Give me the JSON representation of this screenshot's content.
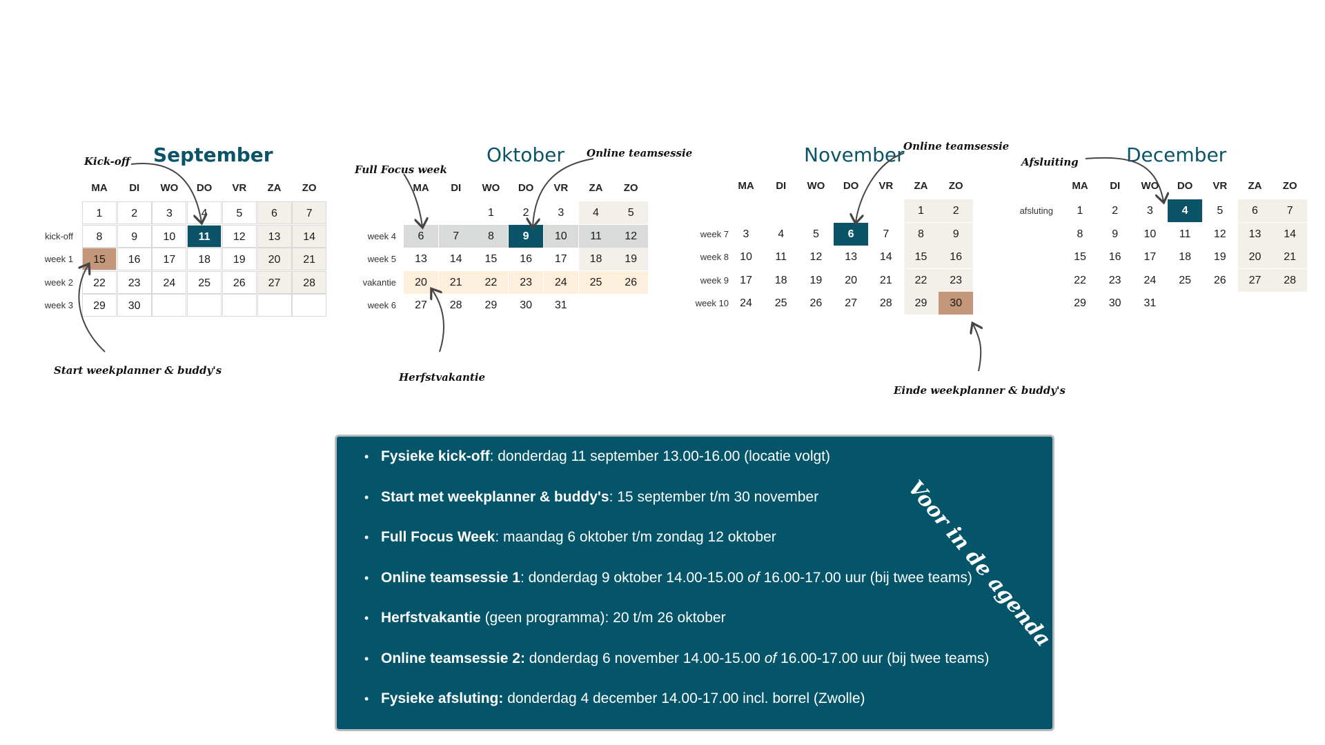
{
  "day_headers": [
    "MA",
    "DI",
    "WO",
    "DO",
    "VR",
    "ZA",
    "ZO"
  ],
  "months": [
    {
      "name": "September",
      "rows": [
        {
          "label": "",
          "days": [
            "1",
            "2",
            "3",
            "4",
            "5",
            "6",
            "7"
          ]
        },
        {
          "label": "kick-off",
          "days": [
            "8",
            "9",
            "10",
            "11",
            "12",
            "13",
            "14"
          ]
        },
        {
          "label": "week 1",
          "days": [
            "15",
            "16",
            "17",
            "18",
            "19",
            "20",
            "21"
          ]
        },
        {
          "label": "week 2",
          "days": [
            "22",
            "23",
            "24",
            "25",
            "26",
            "27",
            "28"
          ]
        },
        {
          "label": "week 3",
          "days": [
            "29",
            "30",
            "",
            "",
            "",
            "",
            ""
          ]
        }
      ]
    },
    {
      "name": "Oktober",
      "rows": [
        {
          "label": "",
          "days": [
            "",
            "",
            "1",
            "2",
            "3",
            "4",
            "5"
          ]
        },
        {
          "label": "week 4",
          "days": [
            "6",
            "7",
            "8",
            "9",
            "10",
            "11",
            "12"
          ]
        },
        {
          "label": "week 5",
          "days": [
            "13",
            "14",
            "15",
            "16",
            "17",
            "18",
            "19"
          ]
        },
        {
          "label": "vakantie",
          "days": [
            "20",
            "21",
            "22",
            "23",
            "24",
            "25",
            "26"
          ]
        },
        {
          "label": "week 6",
          "days": [
            "27",
            "28",
            "29",
            "30",
            "31",
            "",
            ""
          ]
        }
      ]
    },
    {
      "name": "November",
      "rows": [
        {
          "label": "",
          "days": [
            "",
            "",
            "",
            "",
            "",
            "1",
            "2"
          ]
        },
        {
          "label": "week 7",
          "days": [
            "3",
            "4",
            "5",
            "6",
            "7",
            "8",
            "9"
          ]
        },
        {
          "label": "week 8",
          "days": [
            "10",
            "11",
            "12",
            "13",
            "14",
            "15",
            "16"
          ]
        },
        {
          "label": "week 9",
          "days": [
            "17",
            "18",
            "19",
            "20",
            "21",
            "22",
            "23"
          ]
        },
        {
          "label": "week 10",
          "days": [
            "24",
            "25",
            "26",
            "27",
            "28",
            "29",
            "30"
          ]
        }
      ]
    },
    {
      "name": "December",
      "rows": [
        {
          "label": "afsluting",
          "days": [
            "1",
            "2",
            "3",
            "4",
            "5",
            "6",
            "7"
          ]
        },
        {
          "label": "",
          "days": [
            "8",
            "9",
            "10",
            "11",
            "12",
            "13",
            "14"
          ]
        },
        {
          "label": "",
          "days": [
            "15",
            "16",
            "17",
            "18",
            "19",
            "20",
            "21"
          ]
        },
        {
          "label": "",
          "days": [
            "22",
            "23",
            "24",
            "25",
            "26",
            "27",
            "28"
          ]
        },
        {
          "label": "",
          "days": [
            "29",
            "30",
            "31",
            "",
            "",
            "",
            ""
          ]
        }
      ]
    }
  ],
  "annotations": {
    "kickoff": "Kick-off",
    "start_weekplanner": "Start weekplanner & buddy's",
    "full_focus": "Full Focus week",
    "online_oct": "Online teamsessie",
    "herfstvakantie": "Herfstvakantie",
    "online_nov": "Online teamsessie",
    "einde_weekplanner": "Einde weekplanner & buddy's",
    "afsluiting": "Afsluiting"
  },
  "agenda_title": "Voor in de agenda",
  "agenda_items": [
    [
      {
        "t": "Fysieke kick-off",
        "s": "b"
      },
      {
        "t": ": donderdag 11 september 13.00-16.00 (locatie volgt)",
        "s": ""
      }
    ],
    [
      {
        "t": "Start met weekplanner & buddy's",
        "s": "b"
      },
      {
        "t": ": 15 september t/m 30 november",
        "s": ""
      }
    ],
    [
      {
        "t": "Full Focus Week",
        "s": "b"
      },
      {
        "t": ": maandag 6 oktober t/m zondag 12 oktober",
        "s": ""
      }
    ],
    [
      {
        "t": "Online teamsessie 1",
        "s": "b"
      },
      {
        "t": ": donderdag 9 oktober 14.00-15.00 ",
        "s": ""
      },
      {
        "t": "of",
        "s": "i"
      },
      {
        "t": " 16.00-17.00 uur  (bij twee teams)",
        "s": ""
      }
    ],
    [
      {
        "t": "Herfstvakantie",
        "s": "b"
      },
      {
        "t": " (geen programma): 20 t/m 26 oktober",
        "s": ""
      }
    ],
    [
      {
        "t": "Online teamsessie 2:",
        "s": "b"
      },
      {
        "t": " donderdag 6 november 14.00-15.00 ",
        "s": ""
      },
      {
        "t": "of",
        "s": "i"
      },
      {
        "t": " 16.00-17.00 uur (bij twee teams)",
        "s": ""
      }
    ],
    [
      {
        "t": "Fysieke afsluting:",
        "s": "b"
      },
      {
        "t": " donderdag 4 december 14.00-17.00 incl. borrel (Zwolle)",
        "s": ""
      }
    ]
  ],
  "colors": {
    "accent_blue": "#0b5468",
    "panel_bg": "#04556a",
    "highlight_brown": "#c4967a",
    "highlight_grey": "#d9dbdb",
    "highlight_cream": "#fcefdc",
    "weekend_bg": "#f3efe9"
  }
}
